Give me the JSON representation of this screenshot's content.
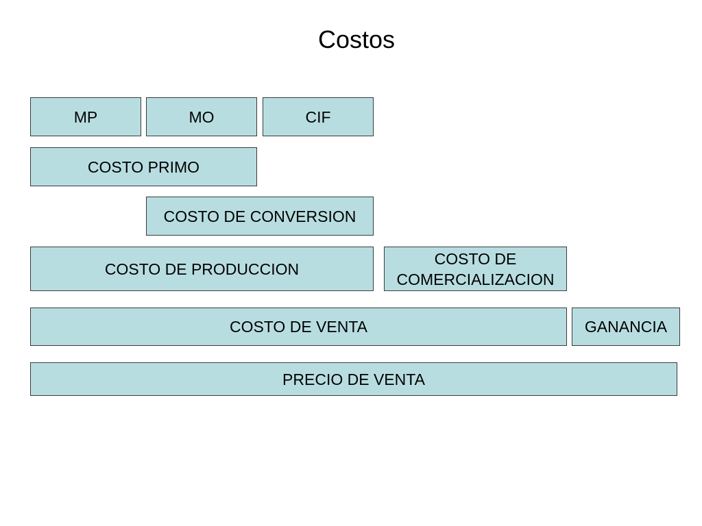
{
  "title": "Costos",
  "boxes": {
    "mp": "MP",
    "mo": "MO",
    "cif": "CIF",
    "costo_primo": "COSTO PRIMO",
    "costo_conversion": "COSTO DE CONVERSION",
    "costo_produccion": "COSTO DE PRODUCCION",
    "costo_comercializacion_line1": "COSTO DE",
    "costo_comercializacion_line2": "COMERCIALIZACION",
    "costo_venta": "COSTO DE VENTA",
    "ganancia": "GANANCIA",
    "precio_venta": "PRECIO DE VENTA"
  },
  "colors": {
    "box_fill": "#b8dde1",
    "box_border": "#3a3a3a"
  }
}
